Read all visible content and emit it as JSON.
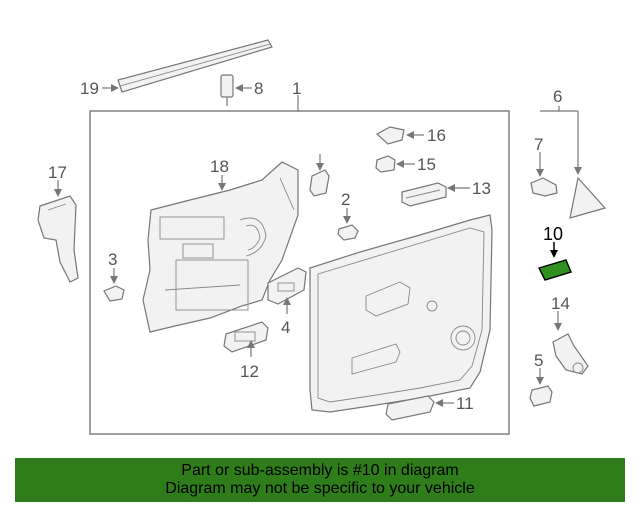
{
  "callouts": {
    "c1": "1",
    "c2": "2",
    "c3": "3",
    "c4": "4",
    "c5": "5",
    "c6": "6",
    "c7": "7",
    "c8": "8",
    "c10": "10",
    "c11": "11",
    "c12": "12",
    "c13": "13",
    "c14": "14",
    "c15": "15",
    "c16": "16",
    "c17": "17",
    "c18": "18",
    "c19": "19"
  },
  "highlight_part": "10",
  "colors": {
    "highlight_fill": "#2f8f1f",
    "banner_bg": "#2f7d1a",
    "line": "#777777"
  },
  "banner": {
    "line1": "Part or sub-assembly is #10 in diagram",
    "line2": "Diagram may not be specific to your vehicle"
  }
}
